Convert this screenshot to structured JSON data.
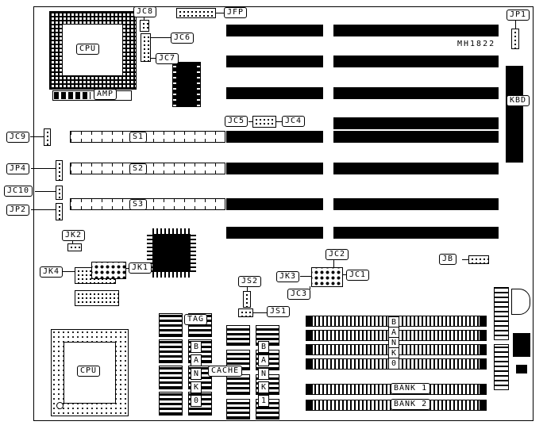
{
  "diagram": {
    "part_number": "MH1822",
    "cpu_top": "CPU",
    "amp": "AMP",
    "cpu_bottom": "CPU",
    "kbd": "KBD",
    "tag": "TAG",
    "cache": "CACHE",
    "slots": {
      "s1": "S1",
      "s2": "S2",
      "s3": "S3"
    },
    "jumpers": {
      "jc8": "JC8",
      "jfp": "JFP",
      "jp1": "JP1",
      "jc6": "JC6",
      "jc7": "JC7",
      "jc5": "JC5",
      "jc4": "JC4",
      "jc9": "JC9",
      "jp4": "JP4",
      "jc10": "JC10",
      "jp2": "JP2",
      "jk2": "JK2",
      "jk4": "JK4",
      "jk1": "JK1",
      "jc2": "JC2",
      "jk3": "JK3",
      "jc1": "JC1",
      "jc3": "JC3",
      "js2": "JS2",
      "js1": "JS1",
      "jb": "JB"
    },
    "banks": {
      "bank0_left": [
        "B",
        "A",
        "N",
        "K",
        "0"
      ],
      "bank1_left": [
        "B",
        "A",
        "N",
        "K",
        "1"
      ],
      "bank0_right": [
        "B",
        "A",
        "N",
        "K",
        "0"
      ],
      "bank1": "BANK 1",
      "bank2": "BANK 2"
    }
  }
}
